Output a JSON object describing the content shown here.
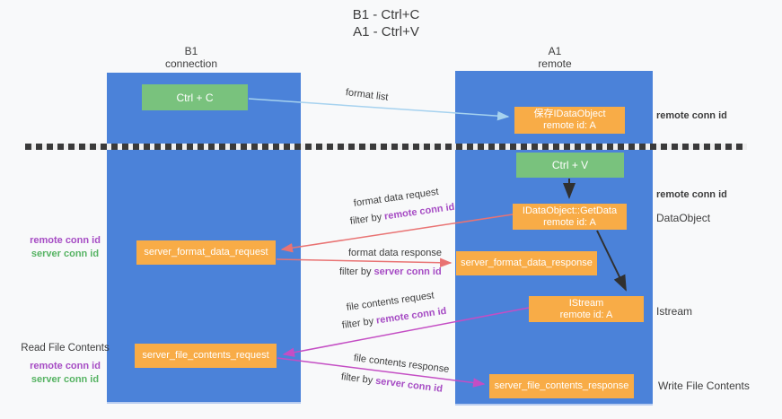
{
  "title": {
    "line1": "B1 - Ctrl+C",
    "line2": "A1 - Ctrl+V"
  },
  "columns": {
    "left": {
      "name": "B1",
      "subtitle": "connection"
    },
    "right": {
      "name": "A1",
      "subtitle": "remote"
    }
  },
  "boxes": {
    "ctrl_c": "Ctrl + C",
    "ctrl_v": "Ctrl + V",
    "save_idataobject": {
      "line1": "保存IDataObject",
      "line2": "remote id: A"
    },
    "getdata": {
      "line1": "IDataObject::GetData",
      "line2": "remote id: A"
    },
    "istream": {
      "line1": "IStream",
      "line2": "remote id: A"
    },
    "format_request": "server_format_data_request",
    "format_response": "server_format_data_response",
    "file_request": "server_file_contents_request",
    "file_response": "server_file_contents_response"
  },
  "arrow_labels": {
    "format_list": "format list",
    "format_data_request": "format data request",
    "format_data_response": "format data response",
    "file_contents_request": "file contents request",
    "file_contents_response": "file contents response",
    "filter_by": "filter by ",
    "remote_conn_id": "remote conn id",
    "server_conn_id": "server conn id"
  },
  "side_labels": {
    "left": {
      "remote_conn_id": "remote conn id",
      "server_conn_id": "server conn id",
      "read_file_contents": "Read File Contents"
    },
    "right": {
      "remote_conn_id_top": "remote conn id",
      "remote_conn_id_mid": "remote conn id",
      "dataobject": "DataObject",
      "istream": "Istream",
      "write_file_contents": "Write File Contents"
    }
  },
  "colors": {
    "lifeline_blue": "#4b82d9",
    "box_green": "#79c27d",
    "box_orange": "#f8ac47",
    "label_purple": "#a64cc4",
    "label_green": "#56b363",
    "arrow_salmon": "#e97373",
    "arrow_magenta": "#c44ec4",
    "arrow_lightblue": "#a6d2ef",
    "arrow_black": "#303030"
  }
}
